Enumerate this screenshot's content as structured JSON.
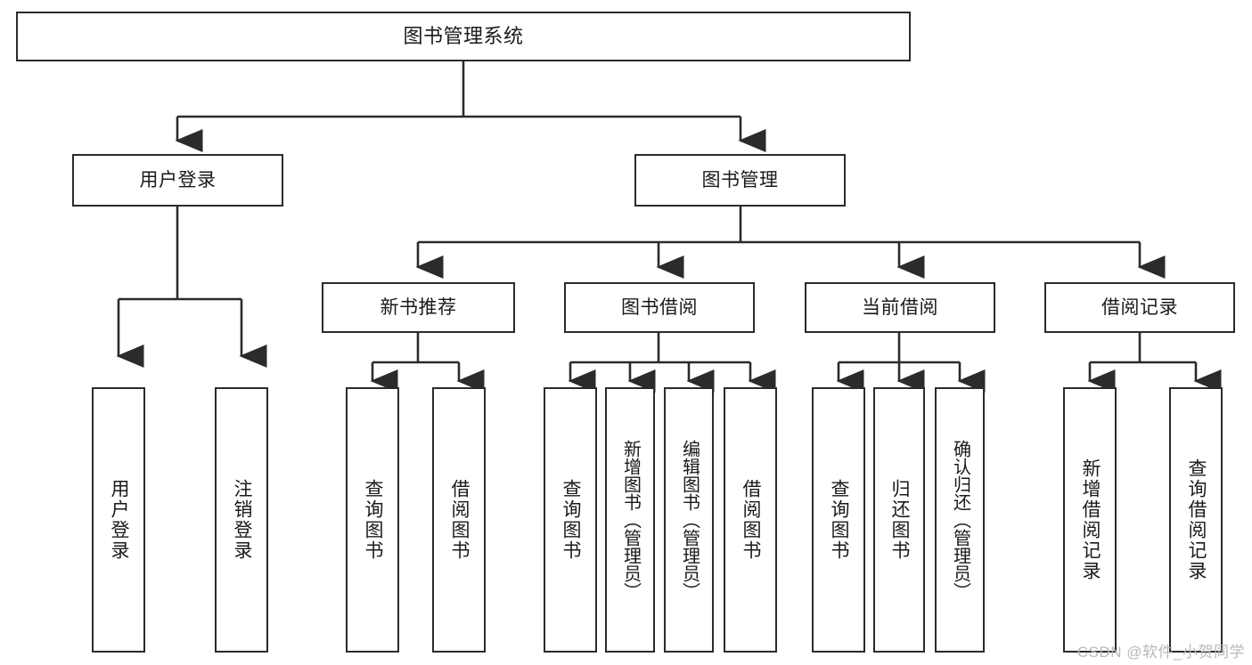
{
  "diagram": {
    "title": "图书管理系统",
    "type": "tree-hierarchy",
    "stroke_color": "#2b2b2b",
    "background_color": "#ffffff",
    "text_color": "#1a1a1a"
  },
  "nodes": {
    "root": {
      "label": "图书管理系统"
    },
    "level2": [
      {
        "id": "user-login",
        "label": "用户登录"
      },
      {
        "id": "book-management",
        "label": "图书管理"
      }
    ],
    "level3": [
      {
        "id": "new-book-recommend",
        "label": "新书推荐"
      },
      {
        "id": "book-borrow",
        "label": "图书借阅"
      },
      {
        "id": "current-borrow",
        "label": "当前借阅"
      },
      {
        "id": "borrow-record",
        "label": "借阅记录"
      }
    ],
    "leaves": {
      "user-login": [
        {
          "id": "leaf-user-login",
          "label": "用户登录"
        },
        {
          "id": "leaf-user-logout",
          "label": "注销登录"
        }
      ],
      "new-book-recommend": [
        {
          "id": "leaf-query-book-1",
          "label": "查询图书"
        },
        {
          "id": "leaf-borrow-book-1",
          "label": "借阅图书"
        }
      ],
      "book-borrow": [
        {
          "id": "leaf-query-book-2",
          "label": "查询图书"
        },
        {
          "id": "leaf-add-book",
          "label": "新增图书（管理员）"
        },
        {
          "id": "leaf-edit-book",
          "label": "编辑图书（管理员）"
        },
        {
          "id": "leaf-borrow-book-2",
          "label": "借阅图书"
        }
      ],
      "current-borrow": [
        {
          "id": "leaf-query-book-3",
          "label": "查询图书"
        },
        {
          "id": "leaf-return-book",
          "label": "归还图书"
        },
        {
          "id": "leaf-confirm-return",
          "label": "确认归还（管理员）"
        }
      ],
      "borrow-record": [
        {
          "id": "leaf-add-record",
          "label": "新增借阅记录"
        },
        {
          "id": "leaf-query-record",
          "label": "查询借阅记录"
        }
      ]
    }
  },
  "watermark": {
    "text": "CSDN @软件_小贺同学"
  }
}
